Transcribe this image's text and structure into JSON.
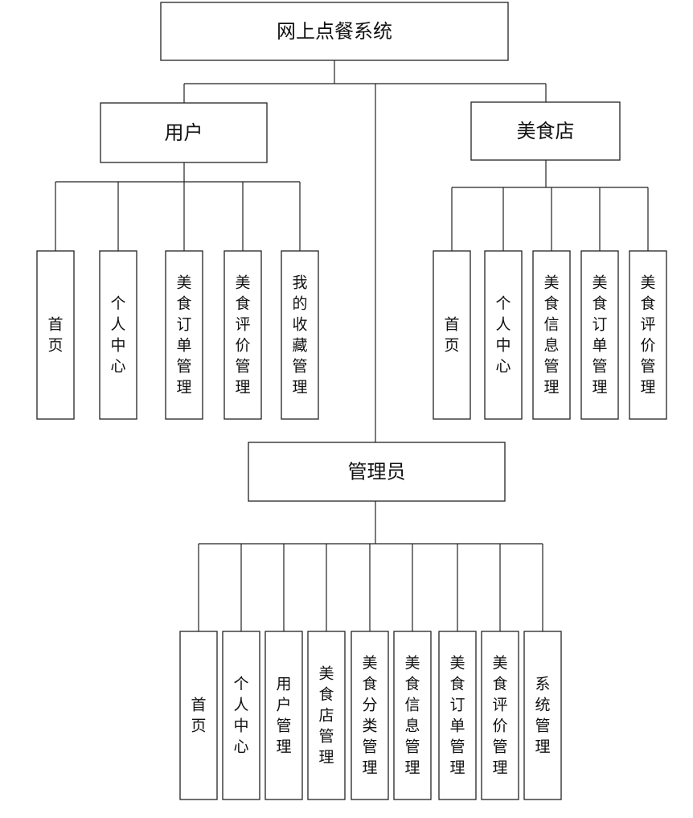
{
  "root": {
    "label": "网上点餐系统"
  },
  "user": {
    "label": "用户",
    "modules": [
      "首页",
      "个人中心",
      "美食订单管理",
      "美食评价管理",
      "我的收藏管理"
    ]
  },
  "shop": {
    "label": "美食店",
    "modules": [
      "首页",
      "个人中心",
      "美食信息管理",
      "美食订单管理",
      "美食评价管理"
    ]
  },
  "admin": {
    "label": "管理员",
    "modules": [
      "首页",
      "个人中心",
      "用户管理",
      "美食店管理",
      "美食分类管理",
      "美食信息管理",
      "美食订单管理",
      "美食评价管理",
      "系统管理"
    ]
  }
}
